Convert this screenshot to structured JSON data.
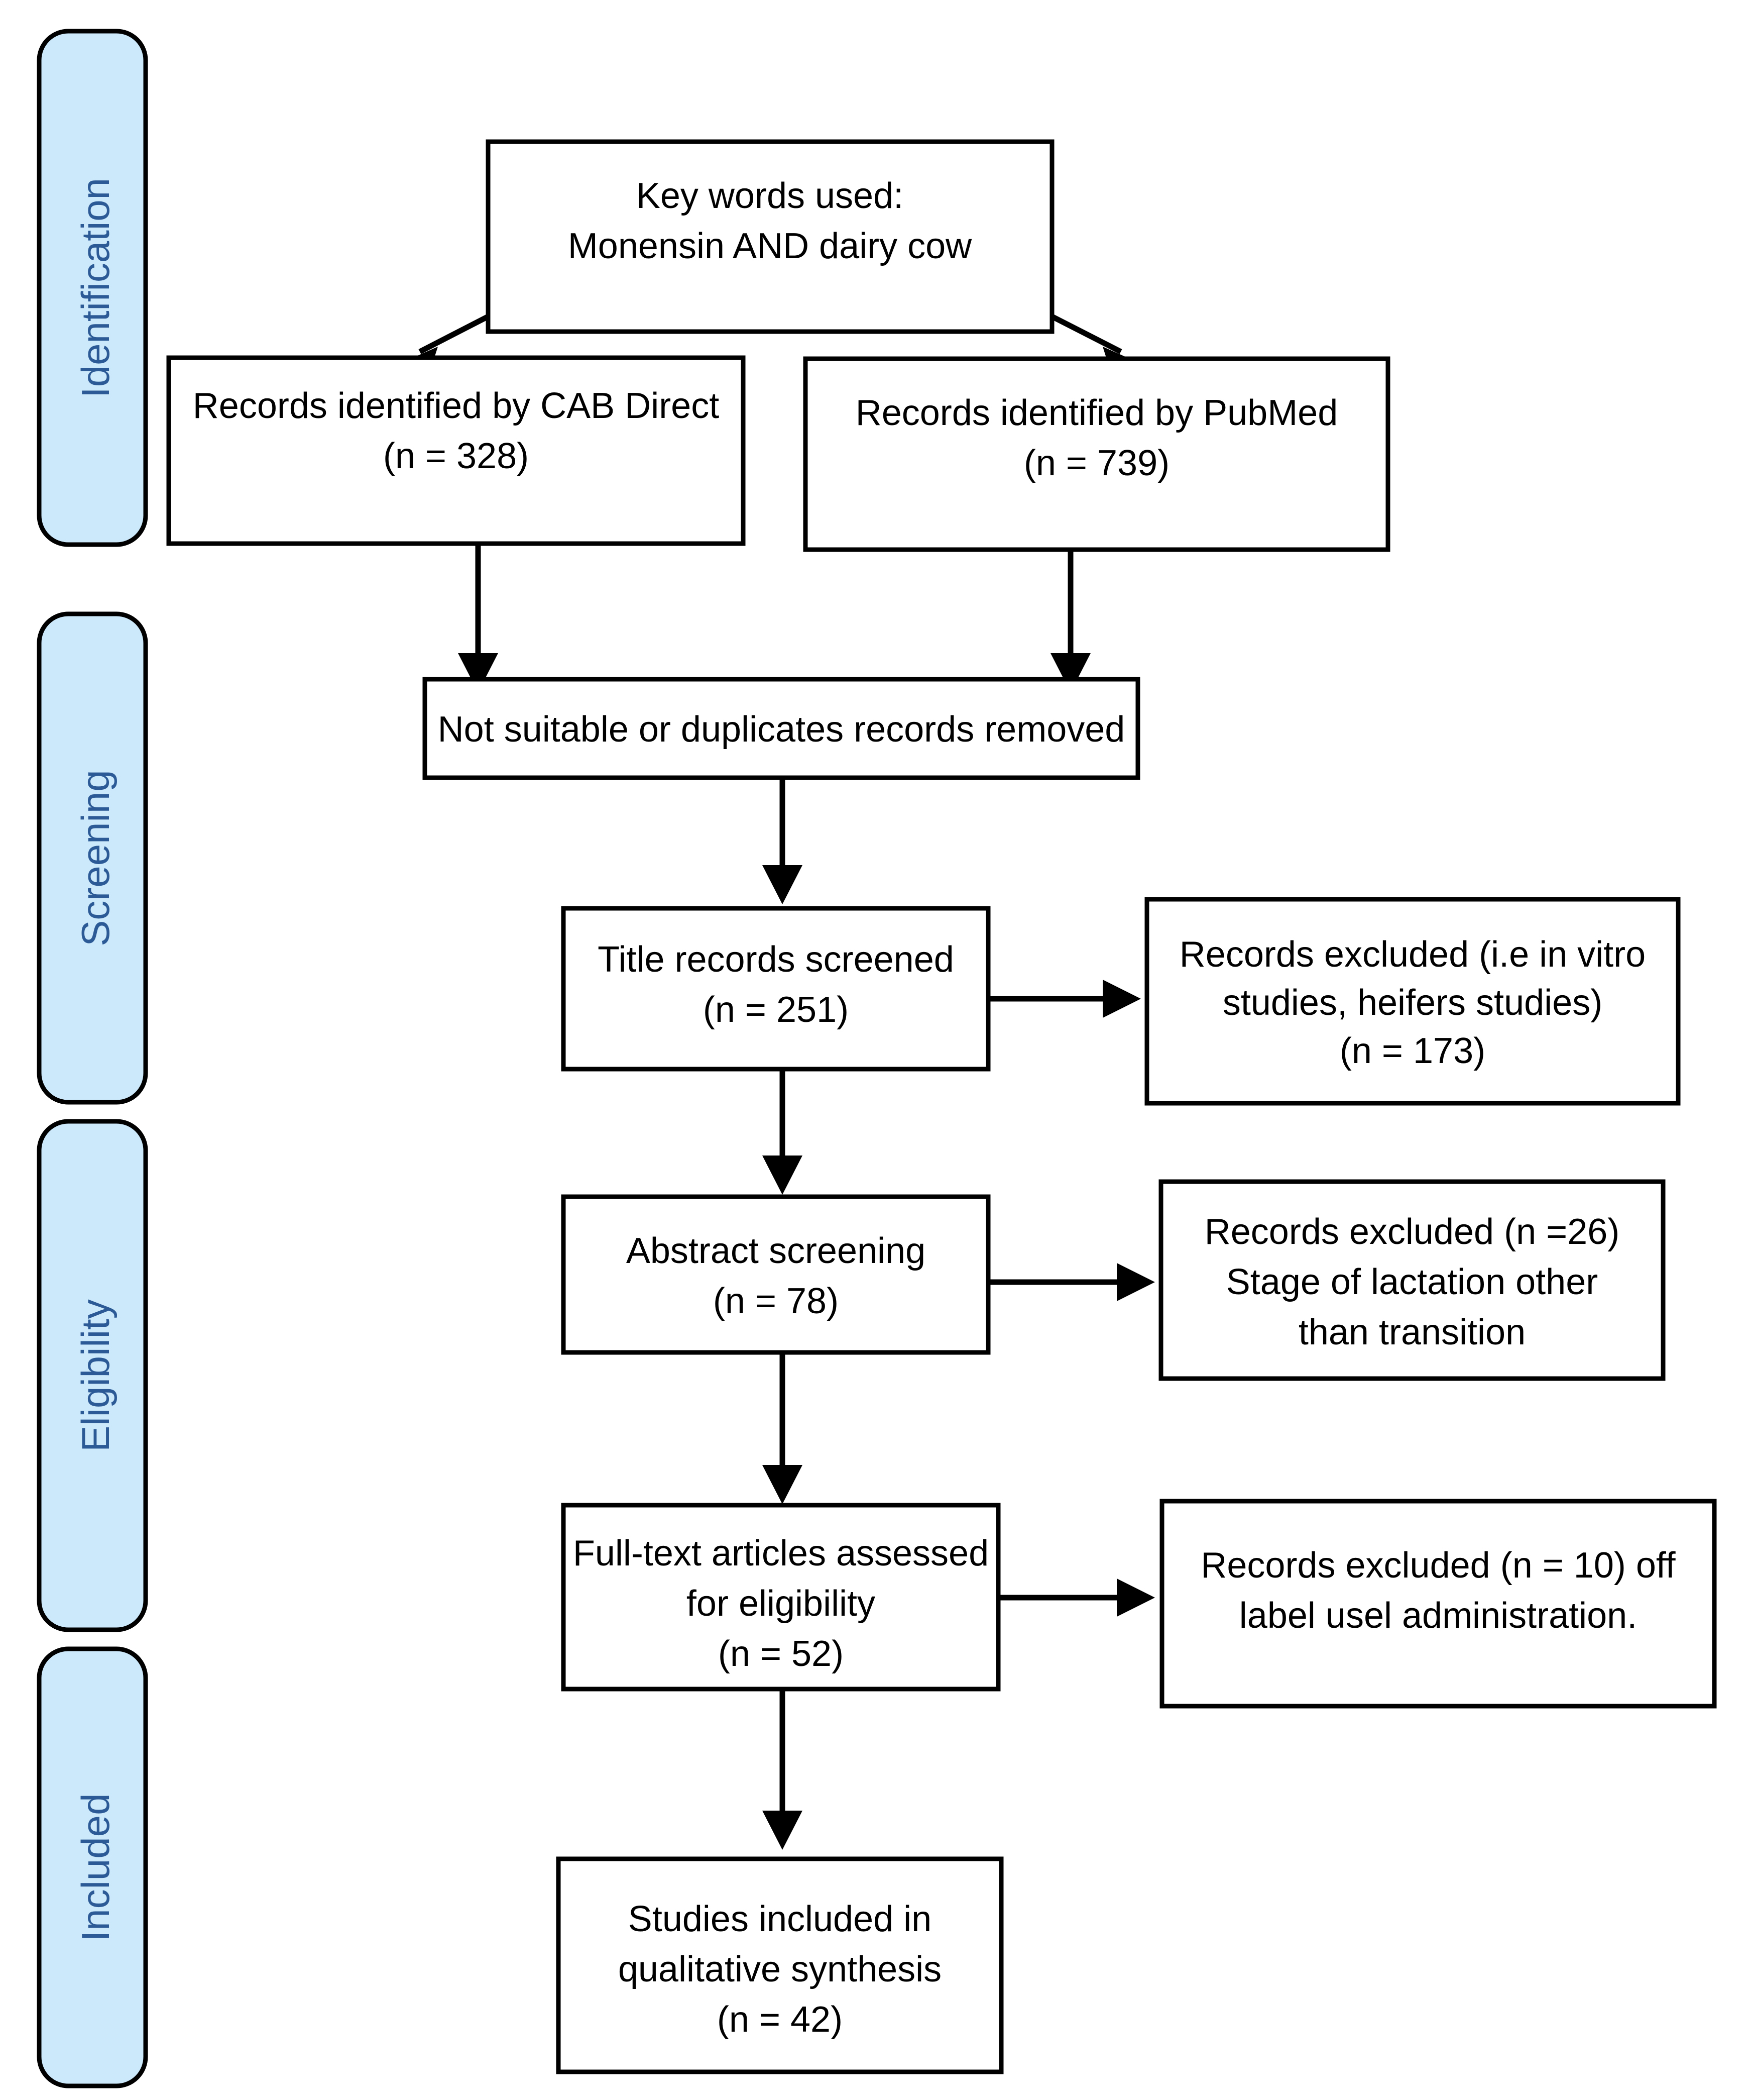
{
  "diagram": {
    "title": "PRISMA flow diagram",
    "colors": {
      "stage_tab_fill": "#cbe9fb",
      "stage_tab_stroke": "#000000",
      "stage_label_text": "#2c5a96",
      "box_fill": "#ffffff",
      "box_stroke": "#000000",
      "connector": "#000000",
      "page_background": "#ffffff"
    },
    "stages": [
      {
        "id": "identification",
        "label": "Identification"
      },
      {
        "id": "screening",
        "label": "Screening"
      },
      {
        "id": "eligibility",
        "label": "Eligibility"
      },
      {
        "id": "included",
        "label": "Included"
      }
    ],
    "boxes": [
      {
        "id": "keywords",
        "lines": [
          "Key words used:",
          "Monensin AND dairy cow"
        ]
      },
      {
        "id": "cab-direct",
        "lines": [
          "Records identified by CAB Direct",
          "(n = 328)"
        ]
      },
      {
        "id": "pubmed",
        "lines": [
          "Records identified by PubMed",
          "(n = 739)"
        ]
      },
      {
        "id": "duplicates-removed",
        "lines": [
          "Not suitable or duplicates records removed"
        ]
      },
      {
        "id": "title-screened",
        "lines": [
          "Title records screened",
          "(n = 251)"
        ]
      },
      {
        "id": "excluded-invitro",
        "lines": [
          "Records excluded (i.e in vitro",
          "studies, heifers studies)",
          "(n = 173)"
        ]
      },
      {
        "id": "abstract-screening",
        "lines": [
          "Abstract screening",
          "(n = 78)"
        ]
      },
      {
        "id": "excluded-lactation",
        "lines": [
          "Records excluded (n =26)",
          "Stage of lactation other",
          "than transition"
        ]
      },
      {
        "id": "fulltext-assessed",
        "lines": [
          "Full-text articles assessed",
          "for eligibility",
          "(n =  52)"
        ]
      },
      {
        "id": "excluded-offlabel",
        "lines": [
          "Records excluded (n = 10) off",
          "label usel administration."
        ]
      },
      {
        "id": "included-studies",
        "lines": [
          "Studies included in",
          "qualitative synthesis",
          "(n = 42)"
        ]
      }
    ],
    "counts": {
      "cab_direct": 328,
      "pubmed": 739,
      "title_screened": 251,
      "excluded_invitro": 173,
      "abstract_screening": 78,
      "excluded_lactation": 26,
      "fulltext_assessed": 52,
      "excluded_offlabel": 10,
      "included_studies": 42
    }
  }
}
